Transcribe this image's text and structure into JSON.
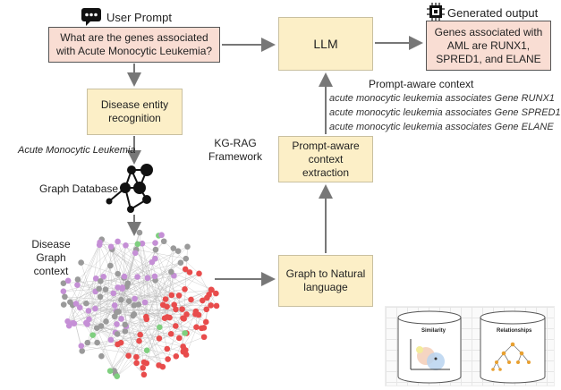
{
  "prompt": {
    "label": "User Prompt",
    "question": "What are the genes associated with Acute Monocytic Leukemia?"
  },
  "llm": {
    "label": "LLM"
  },
  "output": {
    "label": "Generated output",
    "text": "Genes associated with AML are RUNX1, SPRED1, and ELANE"
  },
  "entity_recognition": {
    "label": "Disease entity recognition"
  },
  "entity": "Acute Monocytic Leukemia",
  "graph_database": "Graph Database",
  "framework": "KG-RAG Framework",
  "prompt_aware": {
    "title": "Prompt-aware context",
    "lines": [
      "acute monocytic leukemia associates Gene RUNX1",
      "acute monocytic leukemia associates Gene SPRED1",
      "acute monocytic leukemia associates Gene ELANE"
    ]
  },
  "context_extraction": {
    "label": "Prompt-aware context extraction"
  },
  "disease_graph": "Disease Graph context",
  "graph_to_nl": {
    "label": "Graph to Natural language"
  },
  "inset": {
    "similarity": "Similarity",
    "relationships": "Relationships"
  },
  "colors": {
    "box_fill": "#fcefc7",
    "prompt_fill": "#f9ddd3",
    "arrow": "#777777",
    "node_purple": "#c58fd6",
    "node_red": "#e84c4c",
    "node_gray": "#9a9a9a",
    "node_green": "#7fcf7f"
  }
}
